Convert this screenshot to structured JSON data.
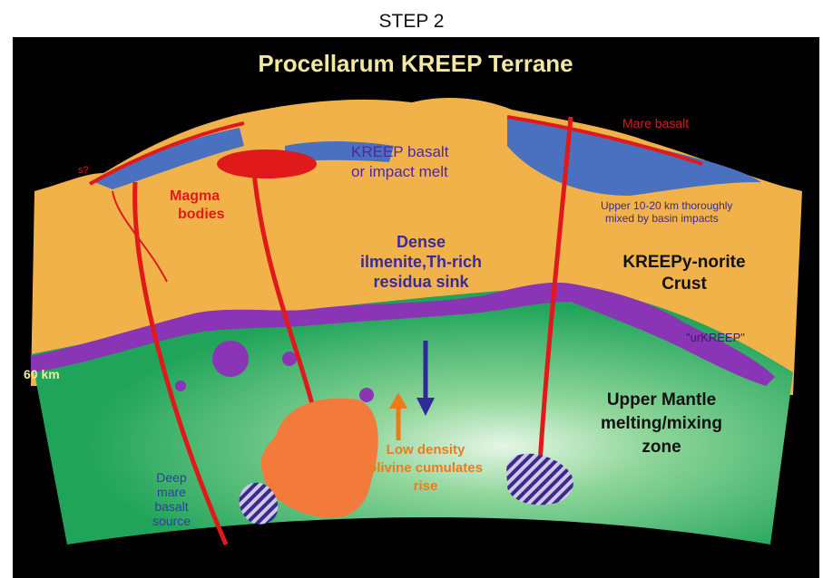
{
  "header": {
    "step": "STEP 2"
  },
  "diagram": {
    "title": "Procellarum KREEP Terrane",
    "labels": {
      "mare_basalt": "Mare basalt",
      "kreep_basalt": [
        "KREEP basalt",
        "or impact melt"
      ],
      "upper_mixed": [
        "Upper 10-20 km thoroughly",
        "mixed by basin impacts"
      ],
      "magma_bodies": [
        "Magma",
        "bodies"
      ],
      "dense_residua": [
        "Dense",
        "ilmenite,Th-rich",
        "residua sink"
      ],
      "kreepy_norite": [
        "KREEPy-norite",
        "Crust"
      ],
      "urkreep": "\"urKREEP\"",
      "depth_60km": "60 km",
      "upper_mantle": [
        "Upper Mantle",
        "melting/mixing",
        "zone"
      ],
      "low_density": [
        "Low density",
        "olivine cumulates",
        "rise"
      ],
      "deep_mare": [
        "Deep",
        "mare",
        "basalt",
        "source"
      ],
      "small_mark": "s?"
    },
    "colors": {
      "background": "#000000",
      "crust": "#f2b24a",
      "mantle": "#22a85a",
      "mantle_glow": "#d9f2dc",
      "urkreep": "#8a35b5",
      "mare": "#4a70c0",
      "magma": "#e01a1a",
      "olivine": "#f27a3a",
      "title": "#f4e8a0",
      "arrow_dense": "#2f2a9a",
      "arrow_rise": "#f07a1a"
    }
  }
}
